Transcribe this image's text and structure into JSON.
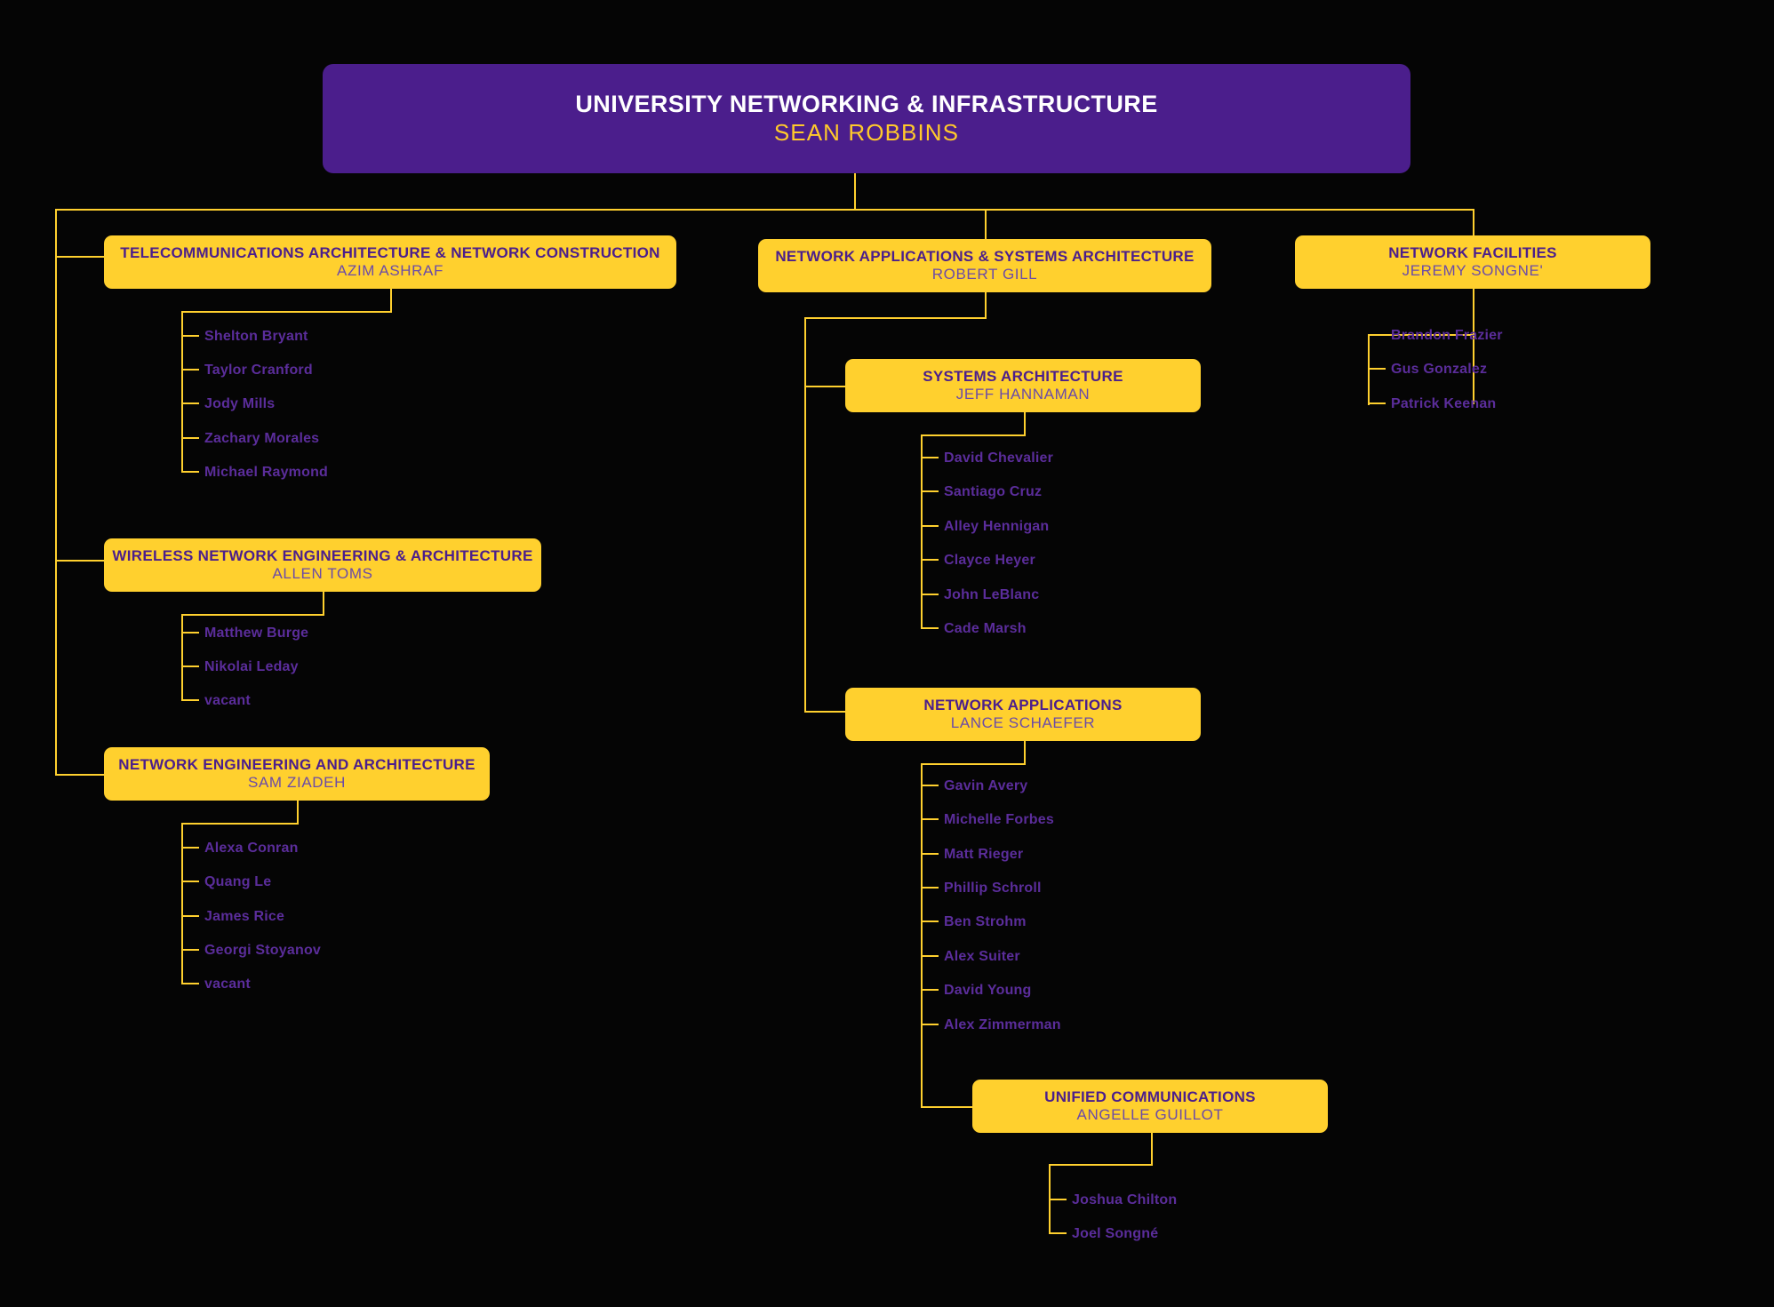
{
  "chart": {
    "type": "org-chart",
    "title": "University Networking & Infrastructure Organizational Chart",
    "colors": {
      "background": "#050505",
      "root_box": "#4B1E8C",
      "dept_box": "#FFD02E",
      "connector": "#FFD02E",
      "root_title_text": "#FFFFFF",
      "root_name_text": "#FFC92B",
      "dept_title_text": "#4B1E8C",
      "dept_name_text": "#6B4BA8",
      "leaf_text": "#5B2D9B"
    }
  },
  "root": {
    "title": "UNIVERSITY NETWORKING & INFRASTRUCTURE",
    "name": "SEAN ROBBINS"
  },
  "divisions": [
    {
      "id": "telecom",
      "title": "TELECOMMUNICATIONS ARCHITECTURE & NETWORK CONSTRUCTION",
      "name": "AZIM ASHRAF",
      "staff": [
        "Shelton Bryant",
        "Taylor Cranford",
        "Jody Mills",
        "Zachary Morales",
        "Michael Raymond"
      ]
    },
    {
      "id": "wireless",
      "title": "WIRELESS NETWORK ENGINEERING & ARCHITECTURE",
      "name": "ALLEN TOMS",
      "staff": [
        "Matthew Burge",
        "Nikolai Leday",
        "vacant"
      ]
    },
    {
      "id": "netengarch",
      "title": "NETWORK ENGINEERING AND ARCHITECTURE",
      "name": "SAM ZIADEH",
      "staff": [
        "Alexa Conran",
        "Quang Le",
        "James Rice",
        "Georgi Stoyanov",
        "vacant"
      ]
    },
    {
      "id": "netappsysarch",
      "title": "NETWORK APPLICATIONS & SYSTEMS ARCHITECTURE",
      "name": "ROBERT GILL",
      "staff": []
    },
    {
      "id": "sysarch",
      "title": "SYSTEMS ARCHITECTURE",
      "name": "JEFF HANNAMAN",
      "staff": [
        "David Chevalier",
        "Santiago Cruz",
        "Alley Hennigan",
        "Clayce Heyer",
        "John LeBlanc",
        "Cade Marsh"
      ]
    },
    {
      "id": "netapps",
      "title": "NETWORK APPLICATIONS",
      "name": "LANCE SCHAEFER",
      "staff": [
        "Gavin Avery",
        "Michelle Forbes",
        "Matt Rieger",
        "Phillip Schroll",
        "Ben Strohm",
        "Alex Suiter",
        "David Young",
        "Alex Zimmerman"
      ]
    },
    {
      "id": "unifiedcomms",
      "title": "UNIFIED COMMUNICATIONS",
      "name": "ANGELLE GUILLOT",
      "staff": [
        "Joshua Chilton",
        "Joel Songné"
      ]
    },
    {
      "id": "netfacilities",
      "title": "NETWORK FACILITIES",
      "name": "JEREMY SONGNE'",
      "staff": [
        "Brandon Frazier",
        "Gus Gonzalez",
        "Patrick Keenan"
      ]
    }
  ]
}
